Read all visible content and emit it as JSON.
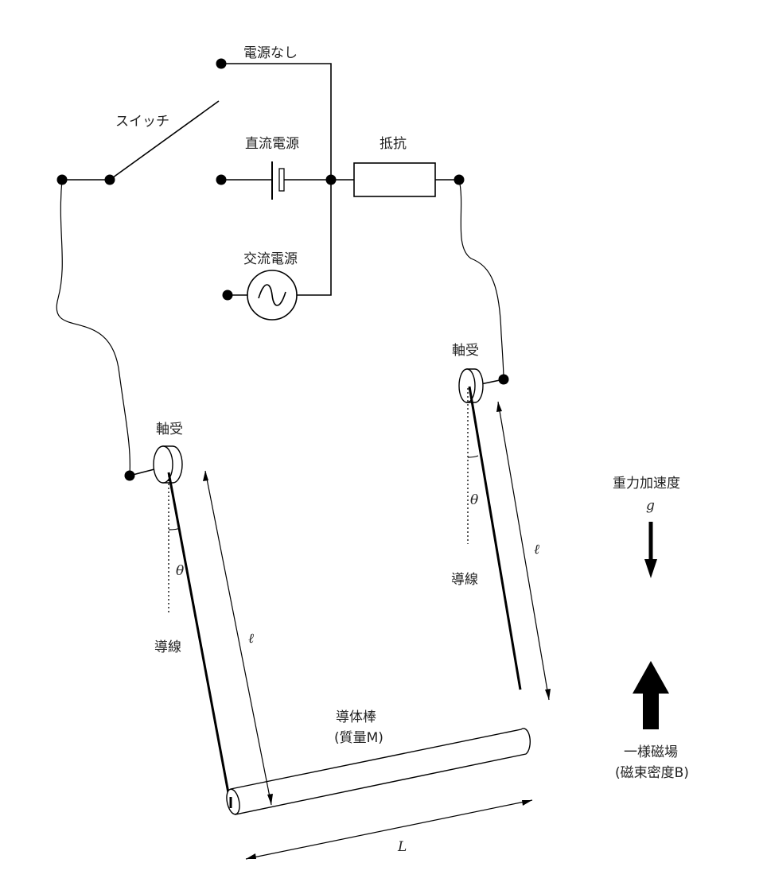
{
  "labels": {
    "no_power": "電源なし",
    "switch": "スイッチ",
    "dc_source": "直流電源",
    "resistor": "抵抗",
    "ac_source": "交流電源",
    "bearing_left": "軸受",
    "bearing_right": "軸受",
    "wire_left": "導線",
    "wire_right": "導線",
    "theta_left": "θ",
    "theta_right": "θ",
    "ell_left": "ℓ",
    "ell_right": "ℓ",
    "rod_line1": "導体棒",
    "rod_line2": "(質量M)",
    "rod_length": "L",
    "gravity_line1": "重力加速度",
    "gravity_line2": "g",
    "field_line1": "一様磁場",
    "field_line2": "(磁束密度B)"
  }
}
